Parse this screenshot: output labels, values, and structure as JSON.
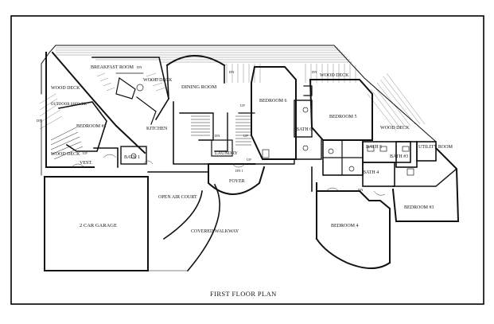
{
  "plan": {
    "title": "FIRST FLOOR PLAN",
    "rooms": {
      "breakfast_room": "BREAKFAST ROOM",
      "dining_room": "DINING ROOM",
      "kitchen": "KITCHEN",
      "bedroom6": "BEDROOM 6",
      "bedroom5": "BEDROOM 5",
      "bedroom2": "BEDROOM #2",
      "bedroom3": "BEDROOM #3",
      "bedroom4": "BEDROOM 4",
      "bath1": "BATH 1",
      "bath3": "BATH #3",
      "bath4": "BATH 4",
      "bath5": "BATH 5",
      "bath6": "BATH 6",
      "utility": "UTILITY ROOM",
      "laundry": "LAUNDRY",
      "foyer": "FOYER",
      "vest": "VEST.",
      "garage": "2 CAR GARAGE",
      "open_air_court": "OPEN AIR COURT",
      "covered_walkway": "COVERED WALKWAY",
      "outdoor_shower": "OUTDOOR SHOWER"
    },
    "decks": {
      "wood_deck_top_left": "WOOD DECK",
      "wood_deck_upper_mid": "WOOD DECK",
      "wood_deck_left": "WOOD DECK",
      "wood_deck_bottom_left": "WOOD DECK",
      "wood_deck_right": "WOOD DECK"
    },
    "markers": {
      "dn": "DN",
      "up": "UP",
      "dn1": "DN 1"
    }
  }
}
